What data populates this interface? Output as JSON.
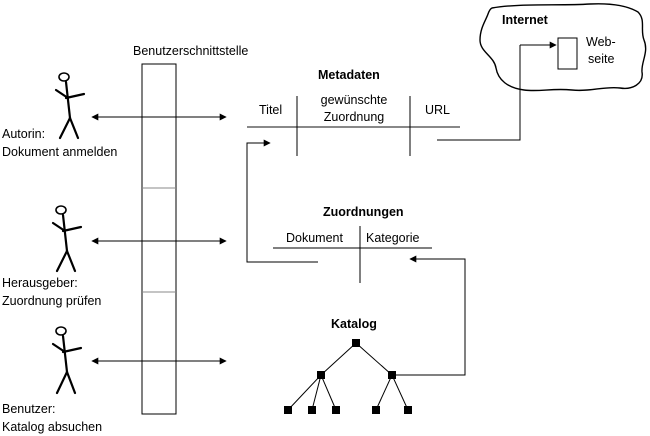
{
  "interface": {
    "title": "Benutzerschnittstelle"
  },
  "actors": [
    {
      "role": "Autorin:",
      "task": "Dokument anmelden"
    },
    {
      "role": "Herausgeber:",
      "task": "Zuordnung prüfen"
    },
    {
      "role": "Benutzer:",
      "task": "Katalog absuchen"
    }
  ],
  "metadata": {
    "title": "Metadaten",
    "col_titel": "Titel",
    "col_zuordnung_1": "gewünschte",
    "col_zuordnung_2": "Zuordnung",
    "col_url": "URL"
  },
  "internet": {
    "title": "Internet",
    "page_1": "Web-",
    "page_2": "seite"
  },
  "zuordnungen": {
    "title": "Zuordnungen",
    "col_dokument": "Dokument",
    "col_kategorie": "Kategorie"
  },
  "katalog": {
    "title": "Katalog"
  }
}
